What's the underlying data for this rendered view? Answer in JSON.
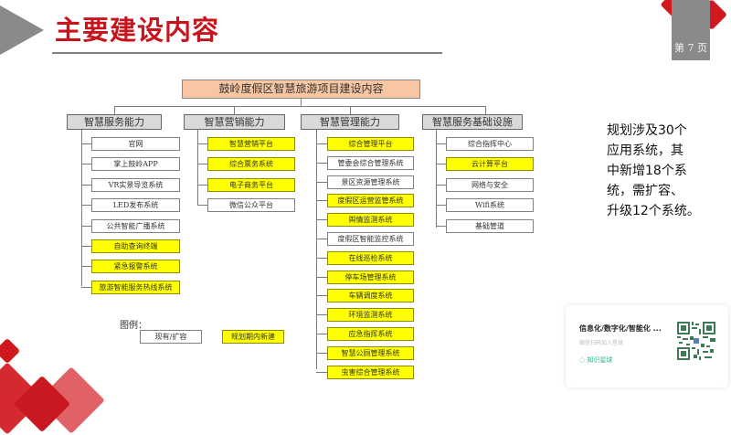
{
  "header": {
    "title": "主要建设内容",
    "page_label": "第 7 页"
  },
  "diagram": {
    "root": "鼓岭度假区智慧旅游项目建设内容",
    "categories": [
      {
        "label": "智慧服务能力",
        "items": [
          {
            "label": "官网",
            "status": "existing"
          },
          {
            "label": "掌上鼓岭APP",
            "status": "existing"
          },
          {
            "label": "VR实景导览系统",
            "status": "existing"
          },
          {
            "label": "LED发布系统",
            "status": "existing"
          },
          {
            "label": "公共智能广播系统",
            "status": "existing"
          },
          {
            "label": "自助查询终端",
            "status": "new"
          },
          {
            "label": "紧急报警系统",
            "status": "new"
          },
          {
            "label": "旅游智能服务热线系统",
            "status": "new"
          }
        ]
      },
      {
        "label": "智慧营销能力",
        "items": [
          {
            "label": "智慧营销平台",
            "status": "new"
          },
          {
            "label": "综合票务系统",
            "status": "new"
          },
          {
            "label": "电子商务平台",
            "status": "new"
          },
          {
            "label": "微信公众平台",
            "status": "existing"
          }
        ]
      },
      {
        "label": "智慧管理能力",
        "items": [
          {
            "label": "综合管理平台",
            "status": "new"
          },
          {
            "label": "管委会综合管理系统",
            "status": "existing"
          },
          {
            "label": "景区资源管理系统",
            "status": "existing"
          },
          {
            "label": "度假区运营监管系统",
            "status": "new"
          },
          {
            "label": "舆情监测系统",
            "status": "new"
          },
          {
            "label": "度假区智能监控系统",
            "status": "existing"
          },
          {
            "label": "在线巡检系统",
            "status": "new"
          },
          {
            "label": "停车场管理系统",
            "status": "new"
          },
          {
            "label": "车辆调度系统",
            "status": "new"
          },
          {
            "label": "环境监测系统",
            "status": "new"
          },
          {
            "label": "应急指挥系统",
            "status": "new"
          },
          {
            "label": "智慧公厕管理系统",
            "status": "new"
          },
          {
            "label": "虫害综合管理系统",
            "status": "new"
          }
        ]
      },
      {
        "label": "智慧服务基础设施",
        "items": [
          {
            "label": "综合指挥中心",
            "status": "existing"
          },
          {
            "label": "云计算平台",
            "status": "new"
          },
          {
            "label": "网络与安全",
            "status": "existing"
          },
          {
            "label": "Wifi系统",
            "status": "existing"
          },
          {
            "label": "基础管道",
            "status": "existing"
          }
        ]
      }
    ],
    "legend": {
      "label": "图例：",
      "existing": "现有/扩容",
      "new": "规划期内新建"
    },
    "colors": {
      "new_fill": "#ffff00",
      "existing_fill": "#ffffff",
      "category_fill": "#d9d9d9",
      "root_fill": "#f8c6a2"
    }
  },
  "summary": {
    "lines": [
      "规划涉及30个",
      "应用系统，其",
      "中新增18个系",
      "统，需扩容、",
      "升级12个系统。"
    ]
  },
  "promo_card": {
    "title": "信息化/数字化/智能化 ...",
    "subtitle": "微信扫码加入星球",
    "brand": "知识星球",
    "icon": "qr-code-icon"
  },
  "theme": {
    "accent": "#c8141c",
    "gray": "#8a8a8a"
  }
}
